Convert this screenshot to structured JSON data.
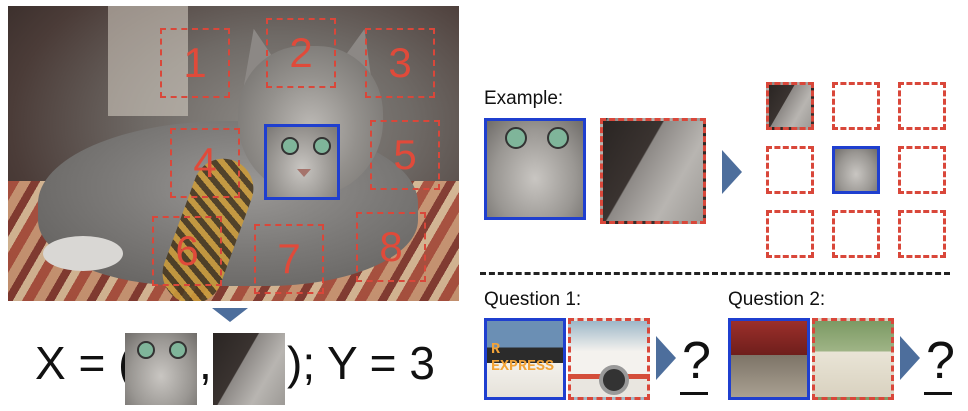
{
  "photo": {
    "cells": [
      "1",
      "2",
      "3",
      "4",
      "5",
      "6",
      "7",
      "8"
    ]
  },
  "formula": {
    "x_prefix": "X = (",
    "comma": ",",
    "suffix": "); Y = 3"
  },
  "example": {
    "label": "Example:"
  },
  "question1": {
    "label": "Question 1:",
    "sign_text": "R EXPRESS",
    "answer": "?"
  },
  "question2": {
    "label": "Question 2:",
    "answer": "?"
  },
  "colors": {
    "center_patch": "#1f3fcf",
    "neighbor_patch": "#d9473a",
    "arrow": "#4d6e9c"
  }
}
